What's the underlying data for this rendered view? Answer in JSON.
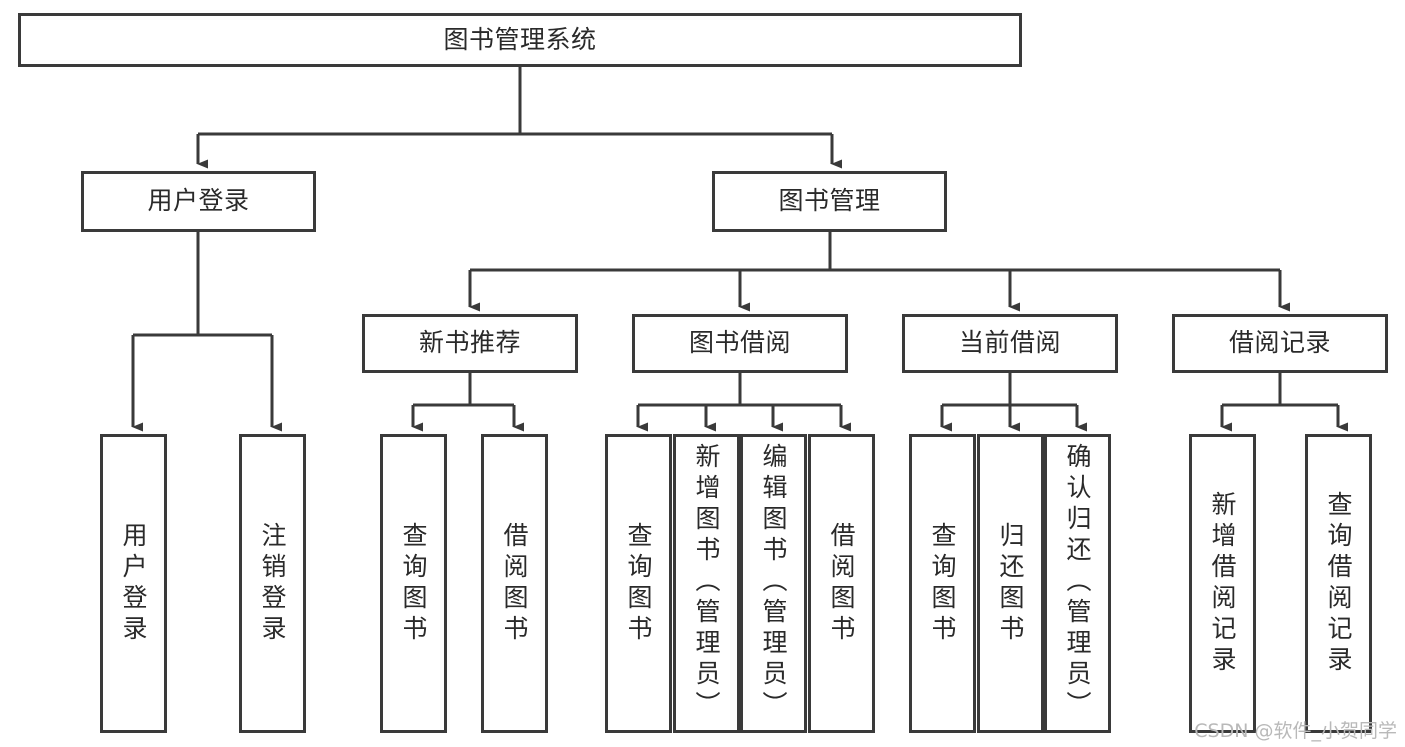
{
  "diagram": {
    "type": "tree-hierarchy-diagram",
    "title": "图书管理系统",
    "colors": {
      "background": "#ffffff",
      "node_border": "#3a3a3a",
      "node_fill": "#ffffff",
      "text": "#2a2a2a",
      "edge": "#3a3a3a",
      "watermark": "#b9b9b9"
    },
    "levels": {
      "root": {
        "label": "图书管理系统"
      },
      "level2": [
        {
          "id": "user-login",
          "label": "用户登录"
        },
        {
          "id": "book-manage",
          "label": "图书管理"
        }
      ],
      "level3": [
        {
          "id": "new-book-recommend",
          "label": "新书推荐"
        },
        {
          "id": "book-borrow",
          "label": "图书借阅"
        },
        {
          "id": "current-borrow",
          "label": "当前借阅"
        },
        {
          "id": "borrow-record",
          "label": "借阅记录"
        }
      ],
      "leaves": [
        {
          "id": "leaf-user-login",
          "label": "用户登录",
          "parent": "user-login"
        },
        {
          "id": "leaf-logout-login",
          "label": "注销登录",
          "parent": "user-login"
        },
        {
          "id": "leaf-query-book-1",
          "label": "查询图书",
          "parent": "new-book-recommend"
        },
        {
          "id": "leaf-borrow-book-1",
          "label": "借阅图书",
          "parent": "new-book-recommend"
        },
        {
          "id": "leaf-query-book-2",
          "label": "查询图书",
          "parent": "book-borrow"
        },
        {
          "id": "leaf-add-book-admin",
          "label": "新增图书（管理员）",
          "parent": "book-borrow"
        },
        {
          "id": "leaf-edit-book-admin",
          "label": "编辑图书（管理员）",
          "parent": "book-borrow"
        },
        {
          "id": "leaf-borrow-book-2",
          "label": "借阅图书",
          "parent": "book-borrow"
        },
        {
          "id": "leaf-query-book-3",
          "label": "查询图书",
          "parent": "current-borrow"
        },
        {
          "id": "leaf-return-book",
          "label": "归还图书",
          "parent": "current-borrow"
        },
        {
          "id": "leaf-confirm-return-admin",
          "label": "确认归还（管理员）",
          "parent": "current-borrow"
        },
        {
          "id": "leaf-add-borrow-record",
          "label": "新增借阅记录",
          "parent": "borrow-record"
        },
        {
          "id": "leaf-query-borrow-record",
          "label": "查询借阅记录",
          "parent": "borrow-record"
        }
      ]
    },
    "watermark": "CSDN @软件_小贺同学"
  }
}
